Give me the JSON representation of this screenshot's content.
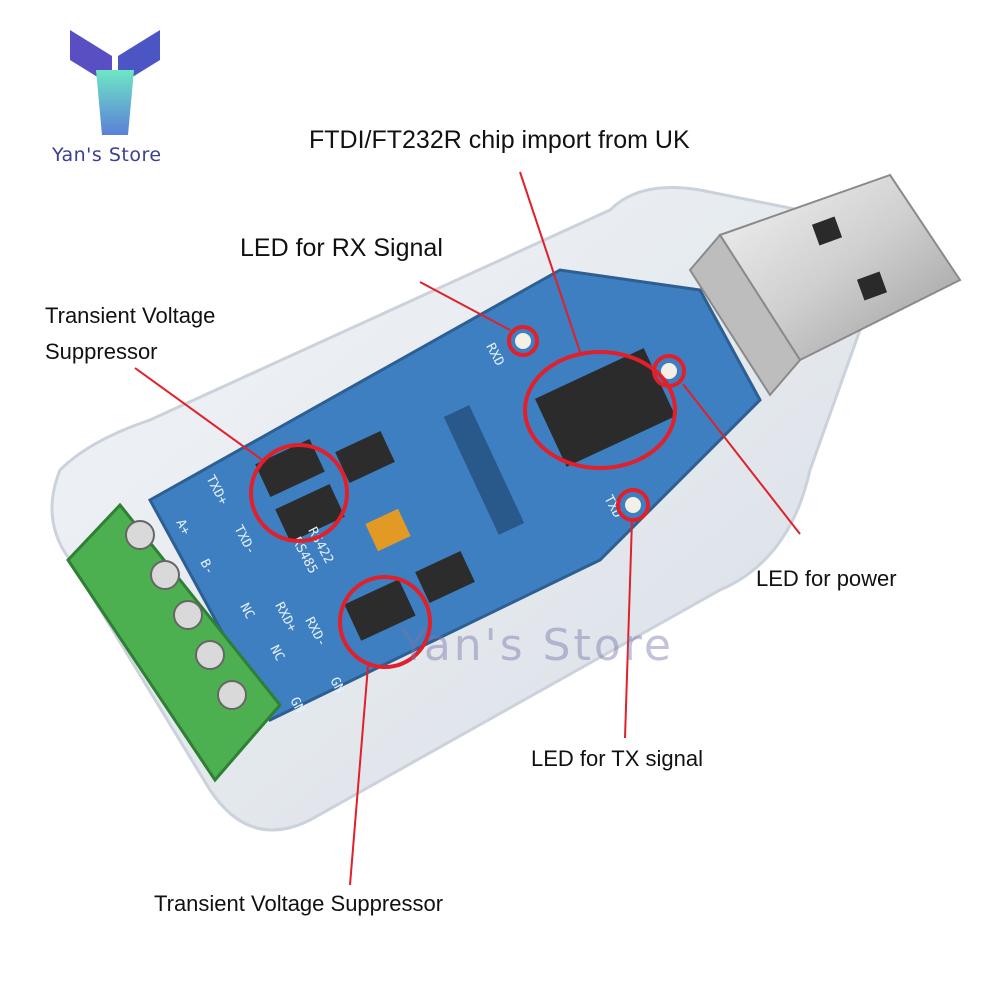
{
  "brand": {
    "store_name": "Yan's Store",
    "logo_colors": {
      "top_left": "#5a4fc2",
      "top_right": "#4b56c4",
      "stem_top": "#6ee7c4",
      "stem_bottom": "#5b7fd8"
    },
    "watermark": "Yan's Store"
  },
  "callouts": {
    "chip": "FTDI/FT232R chip import from UK",
    "rx_led": "LED for RX Signal",
    "tvs_top_line1": "Transient Voltage",
    "tvs_top_line2": "Suppressor",
    "power_led": "LED for power",
    "tx_led": "LED for TX signal",
    "tvs_bottom": "Transient Voltage Suppressor"
  },
  "pcb_labels": {
    "a_plus": "A+",
    "b_minus": "B-",
    "txd_plus": "TXD+",
    "txd_minus": "TXD-",
    "rxd_plus": "RXD+",
    "rxd_minus": "RXD-",
    "nc1": "NC",
    "nc2": "NC",
    "gnd1": "GN",
    "gnd2": "GN",
    "rs422": "RS422",
    "rs485": "RS485",
    "rxd": "RXD",
    "txd": "TXD"
  },
  "colors": {
    "pcb": "#3d7fc0",
    "terminal": "#4cb050",
    "highlight": "#e0202a",
    "shell": "#dfe6ee"
  }
}
